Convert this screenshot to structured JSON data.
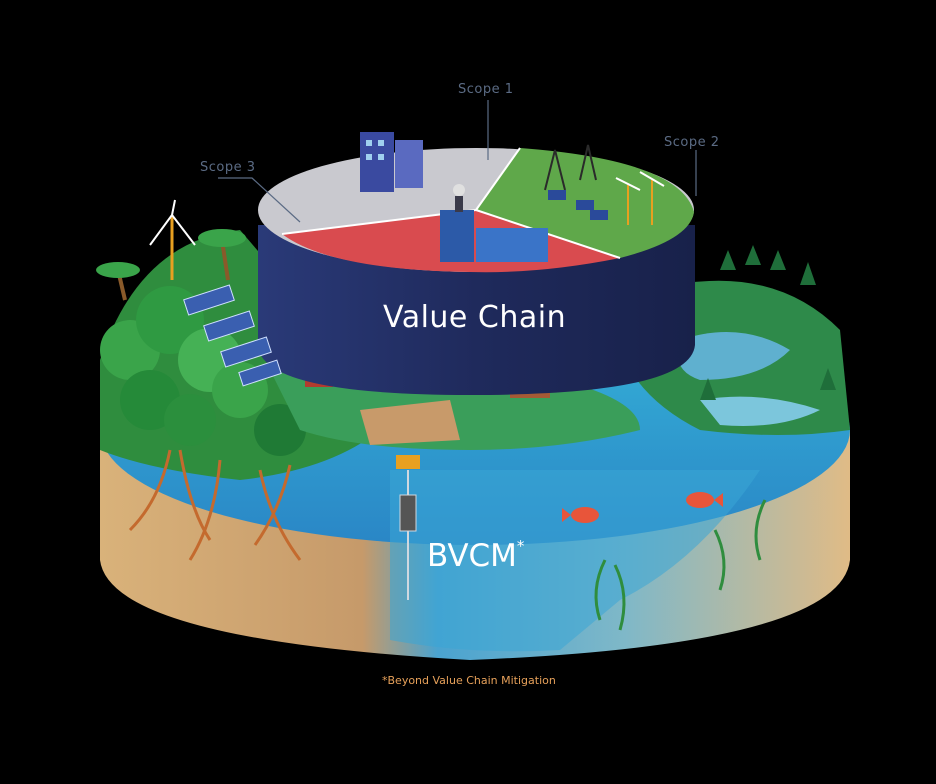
{
  "labels": {
    "scope1": "Scope 1",
    "scope2": "Scope 2",
    "scope3": "Scope 3",
    "value_chain": "Value Chain",
    "bvcm": "BVCM",
    "bvcm_mark": "*",
    "footnote": "*Beyond Value Chain Mitigation"
  },
  "colors": {
    "background": "#000000",
    "value_chain_band": "#1f2a5c",
    "scope1_sector": "#c9c9cf",
    "scope2_sector": "#5fa84a",
    "scope3_sector": "#d94b4f",
    "forest": "#2f8d3e",
    "ocean": "#2ea7d6",
    "soil": "#d9b27a",
    "footnote_text": "#e7a15a",
    "leader_line": "#5b6b84"
  },
  "icons": [
    "factory-icon",
    "office-building-icon",
    "wind-turbine-icon",
    "solar-panel-icon",
    "power-pylon-icon",
    "palm-tree-icon",
    "mangrove-tree-icon",
    "fish-icon",
    "cow-icon",
    "farmer-icon",
    "seaweed-icon"
  ]
}
